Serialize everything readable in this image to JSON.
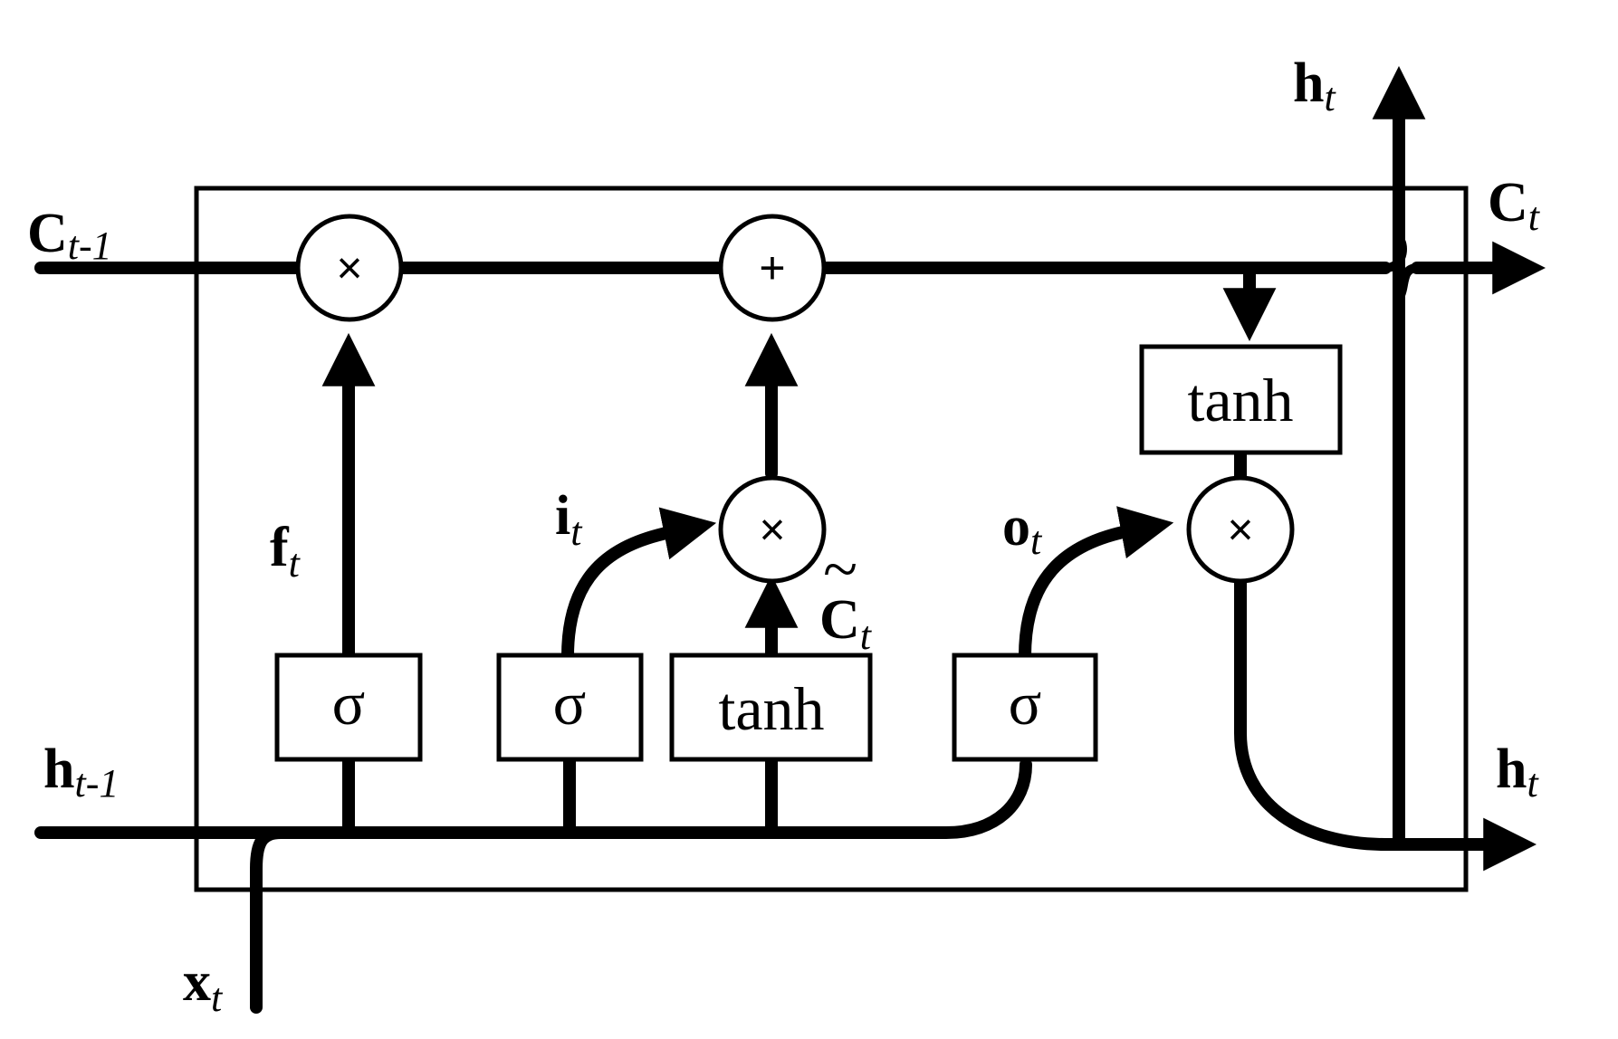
{
  "labels": {
    "c_prev_main": "C",
    "c_prev_sub": "t-1",
    "h_prev_main": "h",
    "h_prev_sub": "t-1",
    "x_main": "x",
    "x_sub": "t",
    "f_main": "f",
    "f_sub": "t",
    "i_main": "i",
    "i_sub": "t",
    "o_main": "o",
    "o_sub": "t",
    "c_tilde_main": "C",
    "c_tilde_sub": "t",
    "c_tilde_mark": "~",
    "c_out_main": "C",
    "c_out_sub": "t",
    "h_out_top_main": "h",
    "h_out_top_sub": "t",
    "h_out_right_main": "h",
    "h_out_right_sub": "t"
  },
  "gates": {
    "forget": "σ",
    "input": "σ",
    "candidate": "tanh",
    "output": "σ",
    "cell_tanh": "tanh"
  },
  "ops": {
    "forget_mult": "×",
    "cell_add": "+",
    "input_mult": "×",
    "output_mult": "×"
  }
}
